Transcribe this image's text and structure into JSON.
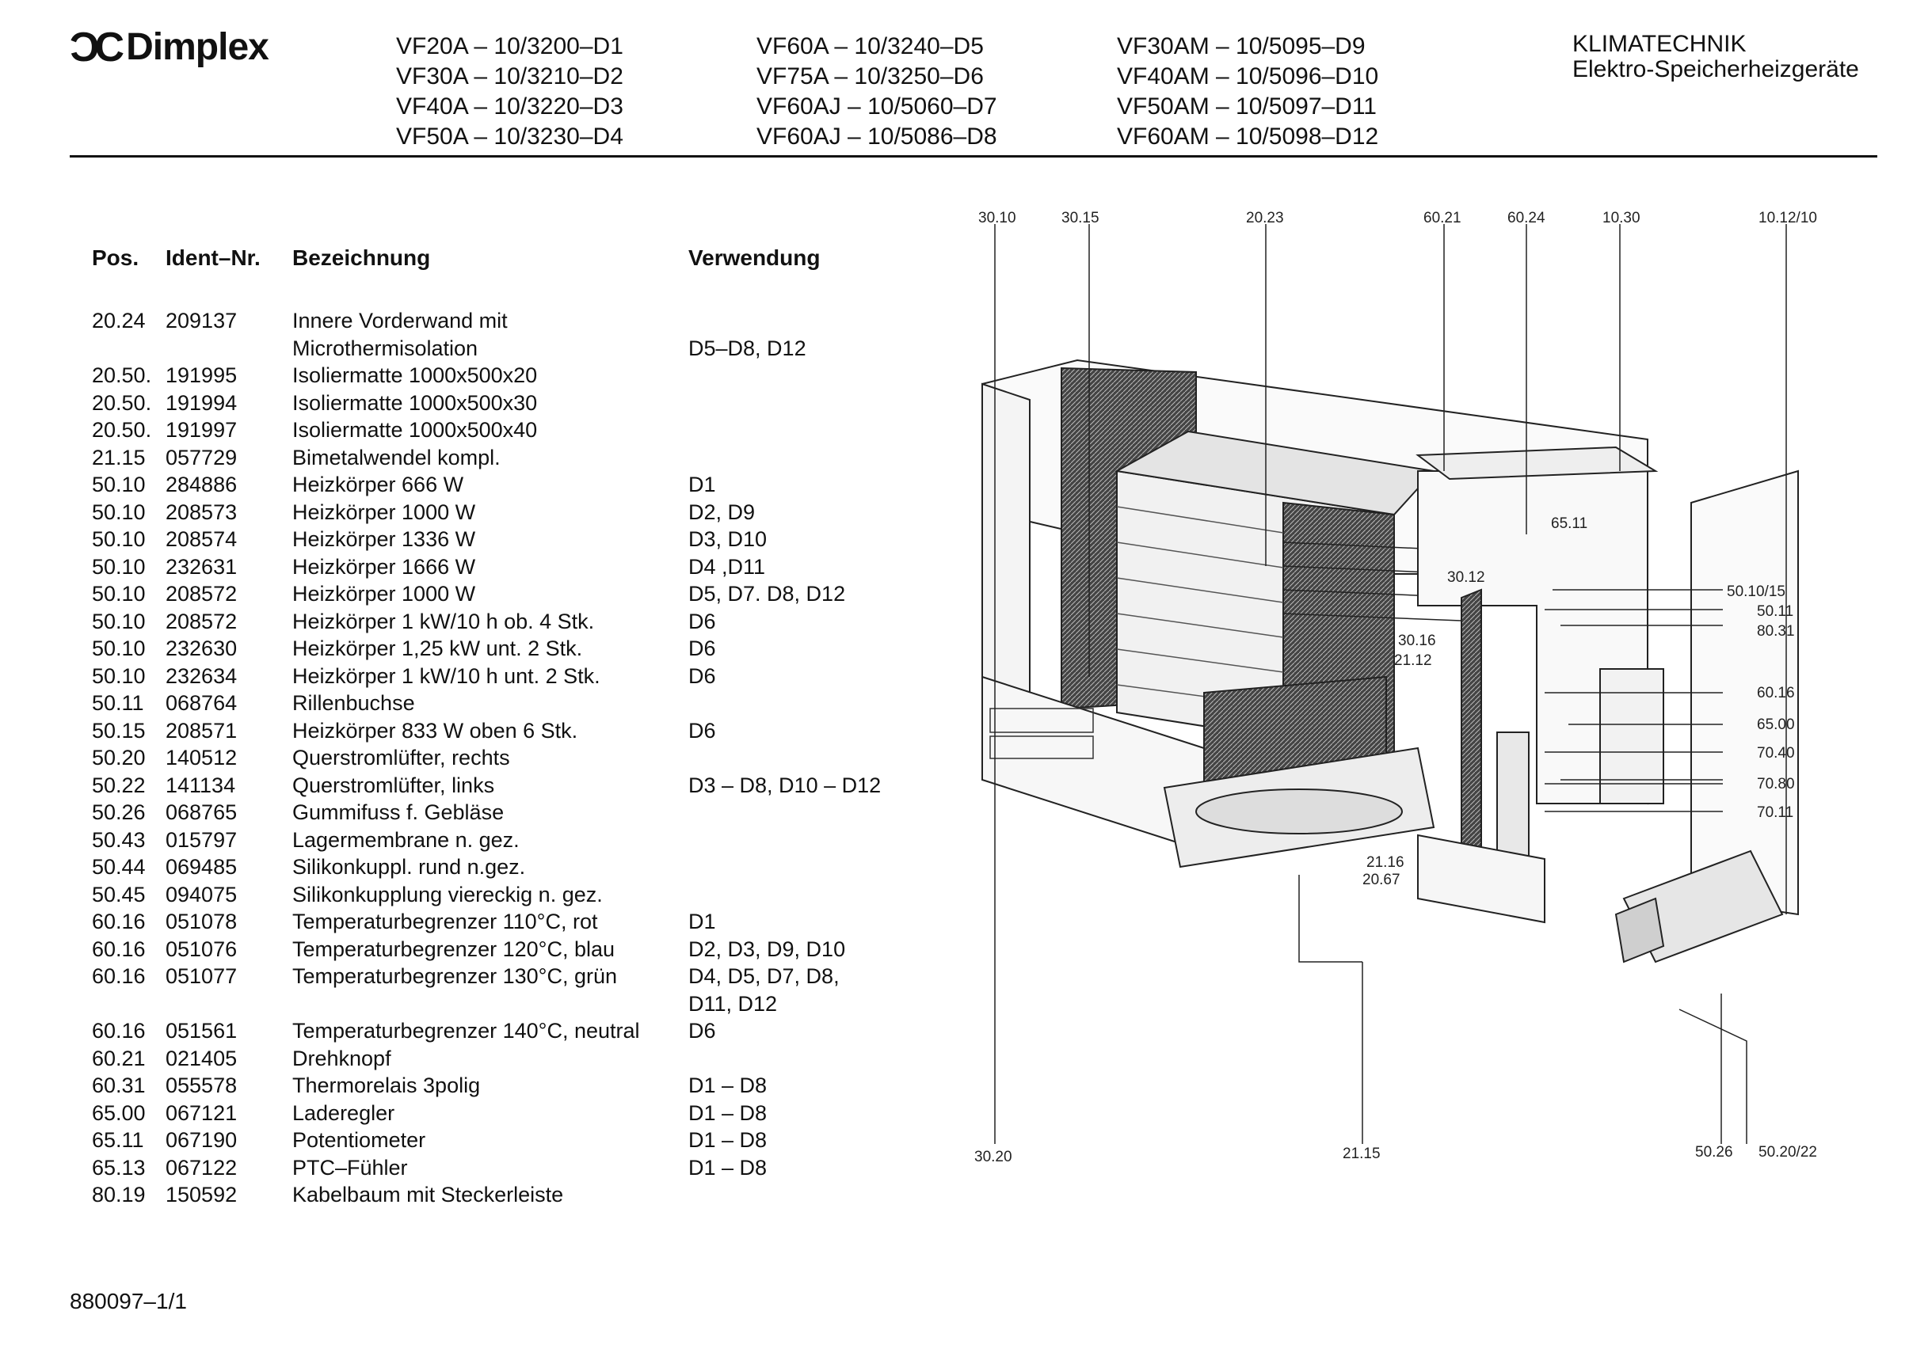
{
  "brand": {
    "logo_text": "Dimplex",
    "logo_mark": "ϽC"
  },
  "models": [
    [
      "VF20A – 10/3200–D1",
      "VF30A – 10/3210–D2",
      "VF40A – 10/3220–D3",
      "VF50A – 10/3230–D4"
    ],
    [
      "VF60A – 10/3240–D5",
      "VF75A – 10/3250–D6",
      "VF60AJ – 10/5060–D7",
      "VF60AJ – 10/5086–D8"
    ],
    [
      "VF30AM – 10/5095–D9",
      "VF40AM – 10/5096–D10",
      "VF50AM – 10/5097–D11",
      "VF60AM – 10/5098–D12"
    ]
  ],
  "category": {
    "line1": "KLIMATECHNIK",
    "line2": "Elektro-Speicherheizgeräte"
  },
  "table": {
    "headers": {
      "pos": "Pos.",
      "ident": "Ident–Nr.",
      "desc": "Bezeichnung",
      "use": "Verwendung"
    },
    "rows": [
      [
        "20.24",
        "209137",
        "Innere Vorderwand mit",
        ""
      ],
      [
        "",
        "",
        "Microthermisolation",
        "D5–D8, D12"
      ],
      [
        "20.50.",
        "191995",
        "Isoliermatte 1000x500x20",
        ""
      ],
      [
        "20.50.",
        "191994",
        "Isoliermatte 1000x500x30",
        ""
      ],
      [
        "20.50.",
        "191997",
        "Isoliermatte 1000x500x40",
        ""
      ],
      [
        "21.15",
        "057729",
        "Bimetalwendel kompl.",
        ""
      ],
      [
        "50.10",
        "284886",
        "Heizkörper 666 W",
        "D1"
      ],
      [
        "50.10",
        "208573",
        "Heizkörper 1000 W",
        "D2, D9"
      ],
      [
        "50.10",
        "208574",
        "Heizkörper 1336 W",
        "D3, D10"
      ],
      [
        "50.10",
        "232631",
        "Heizkörper 1666 W",
        "D4 ,D11"
      ],
      [
        "50.10",
        "208572",
        "Heizkörper 1000 W",
        "D5, D7. D8, D12"
      ],
      [
        "50.10",
        "208572",
        "Heizkörper 1 kW/10 h ob. 4 Stk.",
        "D6"
      ],
      [
        "50.10",
        "232630",
        "Heizkörper 1,25 kW unt. 2 Stk.",
        "D6"
      ],
      [
        "50.10",
        "232634",
        "Heizkörper 1 kW/10 h unt. 2 Stk.",
        "D6"
      ],
      [
        "50.11",
        "068764",
        "Rillenbuchse",
        ""
      ],
      [
        "50.15",
        "208571",
        "Heizkörper 833 W oben 6 Stk.",
        "D6"
      ],
      [
        "50.20",
        "140512",
        "Querstromlüfter, rechts",
        ""
      ],
      [
        "50.22",
        "141134",
        "Querstromlüfter, links",
        "D3 – D8, D10 – D12"
      ],
      [
        "50.26",
        "068765",
        "Gummifuss f. Gebläse",
        ""
      ],
      [
        "50.43",
        "015797",
        "Lagermembrane n. gez.",
        ""
      ],
      [
        "50.44",
        "069485",
        "Silikonkuppl. rund n.gez.",
        ""
      ],
      [
        "50.45",
        "094075",
        "Silikonkupplung viereckig n. gez.",
        ""
      ],
      [
        "60.16",
        "051078",
        "Temperaturbegrenzer 110°C, rot",
        "D1"
      ],
      [
        "60.16",
        "051076",
        "Temperaturbegrenzer 120°C, blau",
        "D2, D3, D9, D10"
      ],
      [
        "60.16",
        "051077",
        "Temperaturbegrenzer 130°C, grün",
        "D4, D5, D7, D8,"
      ],
      [
        "",
        "",
        "",
        "D11, D12"
      ],
      [
        "60.16",
        "051561",
        "Temperaturbegrenzer 140°C, neutral",
        "D6"
      ],
      [
        "60.21",
        "021405",
        "Drehknopf",
        ""
      ],
      [
        "60.31",
        "055578",
        "Thermorelais 3polig",
        "D1 – D8"
      ],
      [
        "65.00",
        "067121",
        "Laderegler",
        "D1 – D8"
      ],
      [
        "65.11",
        "067190",
        "Potentiometer",
        "D1 – D8"
      ],
      [
        "65.13",
        "067122",
        "PTC–Fühler",
        "D1 – D8"
      ],
      [
        "80.19",
        "150592",
        "Kabelbaum mit Steckerleiste",
        ""
      ]
    ]
  },
  "diagram_labels": {
    "l3010": "30.10",
    "l3015": "30.15",
    "l2023": "20.23",
    "l6021": "60.21",
    "l6024": "60.24",
    "l1030": "10.30",
    "l101210": "10.12/10",
    "l6511": "65.11",
    "l3012": "30.12",
    "l3016": "30.16",
    "l2112": "21.12",
    "l2116": "21.16",
    "l2067": "20.67",
    "l501015": "50.10/15",
    "l5011": "50.11",
    "l8031": "80.31",
    "l6016": "60.16",
    "l6500": "65.00",
    "l7040": "70.40",
    "l7080": "70.80",
    "l7011": "70.11",
    "l3020": "30.20",
    "l2115": "21.15",
    "l5026": "50.26",
    "l502022": "50.20/22"
  },
  "doc_number": "880097–1/1"
}
